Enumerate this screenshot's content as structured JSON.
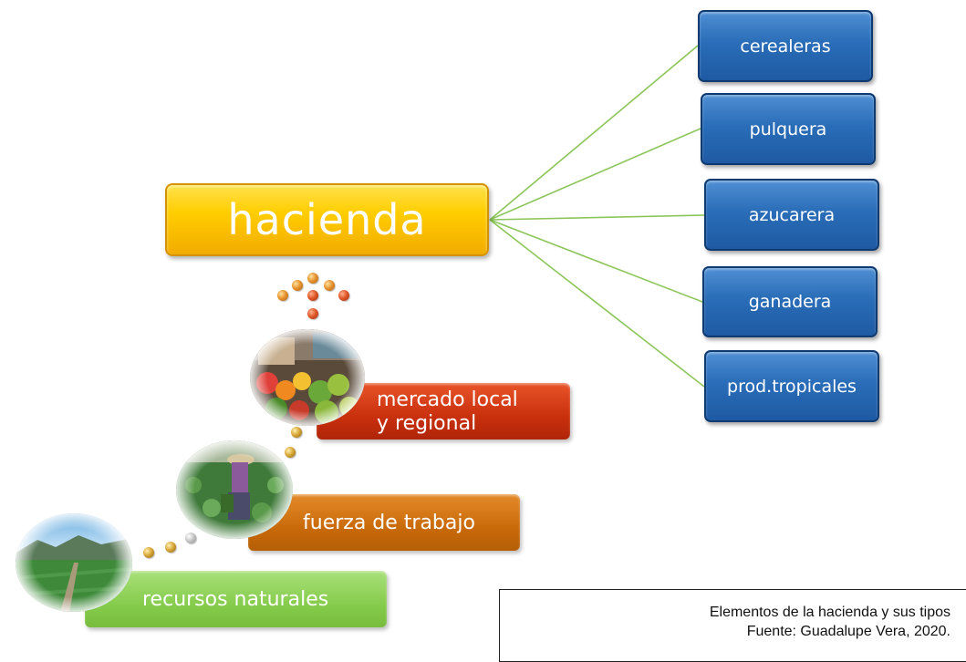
{
  "center": {
    "label": "hacienda"
  },
  "types": [
    {
      "label": "cerealeras"
    },
    {
      "label": "pulquera"
    },
    {
      "label": "azucarera"
    },
    {
      "label": "ganadera"
    },
    {
      "label": "prod.tropicales"
    }
  ],
  "elements": [
    {
      "label_line1": "mercado local",
      "label_line2": "y regional",
      "photo": "market-stall-photo",
      "color": "#c9300d"
    },
    {
      "label": "fuerza de trabajo",
      "photo": "farm-worker-photo",
      "color": "#c96a0a"
    },
    {
      "label": "recursos naturales",
      "photo": "landscape-photo",
      "color": "#86cc4c"
    }
  ],
  "caption": {
    "line1": "Elementos de la hacienda y sus tipos",
    "line2": "Fuente: Guadalupe Vera, 2020."
  },
  "colors": {
    "center": "#ffcd00",
    "types": "#2a6db8",
    "connectors": "#8cc65a"
  }
}
